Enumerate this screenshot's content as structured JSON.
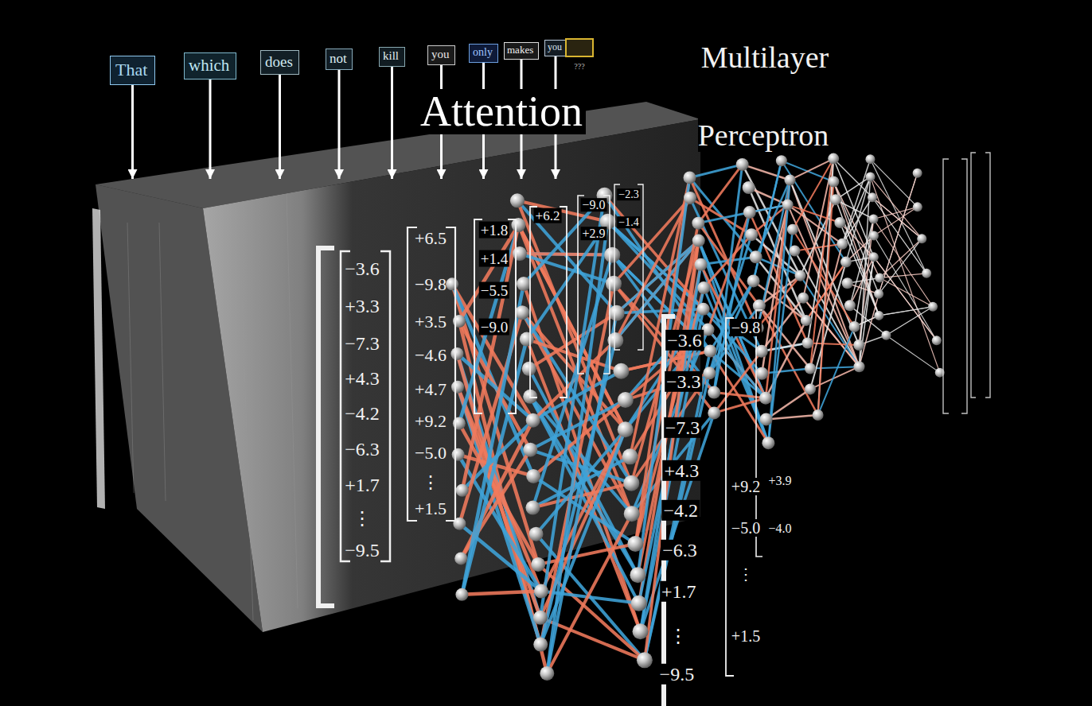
{
  "diagram": {
    "nodes": [
      {
        "text": [
          "That"
        ]
      },
      {
        "text": [
          "which"
        ]
      },
      {
        "text": [
          "does"
        ]
      },
      {
        "text": [
          "not"
        ]
      },
      {
        "text": [
          "kill"
        ]
      },
      {
        "text": [
          "you"
        ]
      },
      {
        "text": [
          "only"
        ]
      },
      {
        "text": [
          "makes"
        ]
      },
      {
        "text": [
          "you"
        ]
      },
      {
        "text": [
          "???"
        ]
      },
      {
        "text": [
          "Attention"
        ]
      }
    ],
    "edges": [
      {
        "from": 0,
        "to": 10,
        "arrow": "to"
      },
      {
        "from": 1,
        "to": 10,
        "arrow": "to"
      },
      {
        "from": 2,
        "to": 10,
        "arrow": "to"
      },
      {
        "from": 3,
        "to": 10,
        "arrow": "to"
      },
      {
        "from": 4,
        "to": 10,
        "arrow": "to"
      },
      {
        "from": 5,
        "to": 10,
        "arrow": "to"
      },
      {
        "from": 6,
        "to": 10,
        "arrow": "to"
      },
      {
        "from": 7,
        "to": 10,
        "arrow": "to"
      },
      {
        "from": 8,
        "to": 10,
        "arrow": "to"
      }
    ],
    "labels": [
      "Multilayer Perceptron",
      "−3.6",
      "+3.3",
      "−7.3",
      "+4.3",
      "−4.2",
      "−6.3",
      "+1.7",
      "⋮",
      "−9.5",
      "+6.5",
      "−9.8",
      "+3.5",
      "−4.6",
      "+4.7",
      "+9.2",
      "−5.0",
      "⋮",
      "+1.5",
      "+1.8",
      "+1.4",
      "−5.5",
      "−9.0",
      "+6.2",
      "−9.0",
      "+2.9",
      "−2.3",
      "−1.4",
      "−3.6",
      "−3.3",
      "−7.3",
      "+4.3",
      "−4.2",
      "−6.3",
      "+1.7",
      "⋮",
      "−9.5",
      "−9.8",
      "+9.2",
      "−5.0",
      "⋮",
      "+1.5",
      "+3.9",
      "−4.0"
    ]
  }
}
